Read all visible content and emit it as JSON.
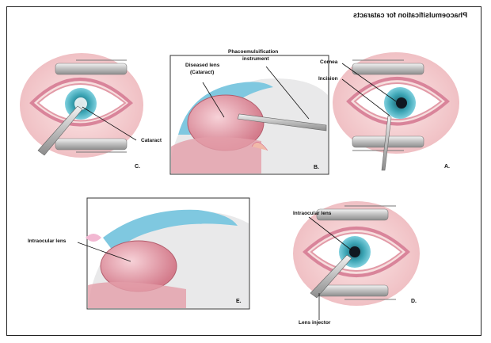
{
  "title": "Phacoemulsification for cataracts",
  "panels": {
    "A": {
      "letter": "A.",
      "labels": {
        "cornea": "Cornea",
        "incision": "Incision"
      }
    },
    "B": {
      "letter": "B.",
      "labels": {
        "lens": "Diseased lens",
        "lens_sub": "(Cataract)",
        "instrument": "Phacoemulsification",
        "instrument_sub": "instrument"
      }
    },
    "C": {
      "letter": "C.",
      "labels": {
        "cataract": "Cataract"
      }
    },
    "D": {
      "letter": "D.",
      "labels": {
        "iol": "Intraocular lens",
        "injector": "Lens injector"
      }
    },
    "E": {
      "letter": "E.",
      "labels": {
        "iol": "Intraocular lens"
      }
    }
  },
  "colors": {
    "skin": "#f2c9c9",
    "eyelid": "#e29aa7",
    "iris": "#3aa3b3",
    "pupil": "#101820",
    "lens": "#e7a0ac",
    "cornea_blue": "#7fc8e0",
    "instrument": "#c9c9c9"
  }
}
